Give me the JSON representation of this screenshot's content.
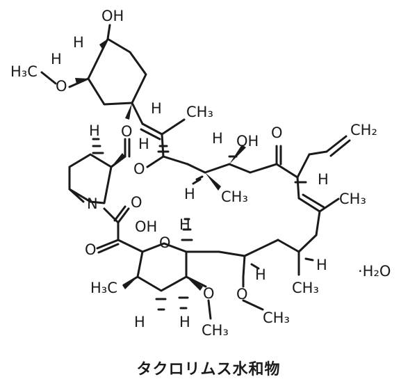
{
  "compound_name": "タクロリムス水和物",
  "hydrate_label": "·H₂O",
  "atoms": {
    "oh_top": "OH",
    "h_top1": "H",
    "h3c_methoxy": "H₃C",
    "h_top2": "H",
    "o_methoxy": "O",
    "h_cyclohexyl": "H",
    "ch3_vinyl": "CH₃",
    "ch2_allyl": "CH₂",
    "h_pip": "H",
    "o_ester_co": "O",
    "h_c26": "H",
    "o_ester": "O",
    "h_c24": "H",
    "oh_c24": "OH",
    "o_ketone": "O",
    "h_c21": "H",
    "n_pip": "N",
    "h_c25": "H",
    "ch3_c25": "CH₃",
    "ch3_c19": "CH₃",
    "o_amide": "O",
    "oh_hemiketal": "OH",
    "h_c14": "H",
    "o_diketo": "O",
    "o_pyran": "O",
    "h_c15": "H",
    "h_c11": "H",
    "h3c_c11": "H₃C",
    "o_c13": "O",
    "h_c12": "H",
    "ch3_c13": "CH₃",
    "h_c13": "H",
    "o_c15": "O",
    "ch3_c15": "CH₃",
    "ch3_c17": "CH₃"
  }
}
